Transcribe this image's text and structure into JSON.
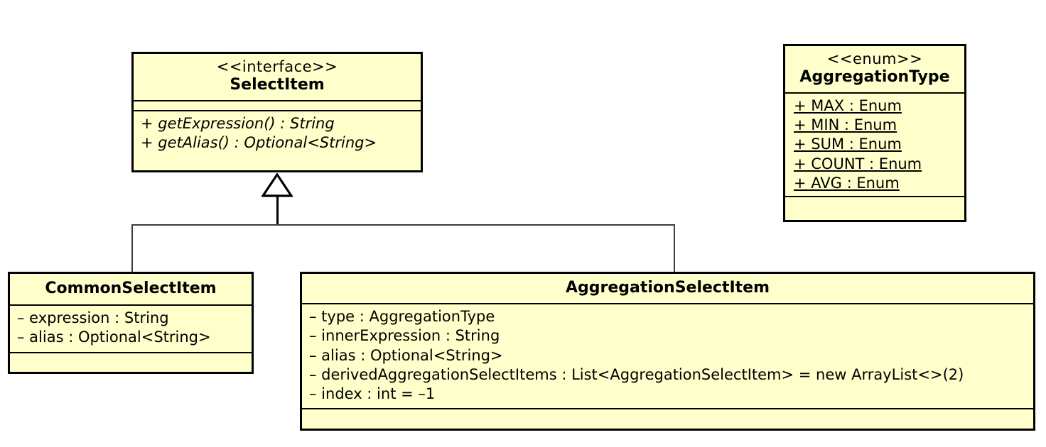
{
  "diagram": {
    "type": "uml-class-diagram",
    "background_color": "#ffffff",
    "box_fill_color": "#ffffcc",
    "box_border_color": "#000000",
    "line_color": "#3c3c3c"
  },
  "classes": {
    "select_item": {
      "stereotype": "<<interface>>",
      "name": "SelectItem",
      "attributes": [],
      "methods": [
        "+ getExpression() : String",
        "+ getAlias() : Optional<String>"
      ]
    },
    "aggregation_type": {
      "stereotype": "<<enum>>",
      "name": "AggregationType",
      "constants": [
        "+ MAX : Enum",
        "+ MIN : Enum",
        "+ SUM : Enum",
        "+ COUNT : Enum",
        "+ AVG : Enum"
      ],
      "methods": []
    },
    "common_select_item": {
      "name": "CommonSelectItem",
      "attributes": [
        "– expression : String",
        "– alias : Optional<String>"
      ],
      "methods": []
    },
    "aggregation_select_item": {
      "name": "AggregationSelectItem",
      "attributes": [
        "– type : AggregationType",
        "– innerExpression : String",
        "– alias : Optional<String>",
        "– derivedAggregationSelectItems : List<AggregationSelectItem> = new ArrayList<>(2)",
        "– index : int = –1"
      ],
      "methods": []
    }
  },
  "relationships": [
    {
      "kind": "generalization",
      "from": "CommonSelectItem",
      "to": "SelectItem",
      "arrow": "hollow-triangle"
    },
    {
      "kind": "generalization",
      "from": "AggregationSelectItem",
      "to": "SelectItem",
      "arrow": "hollow-triangle"
    }
  ]
}
